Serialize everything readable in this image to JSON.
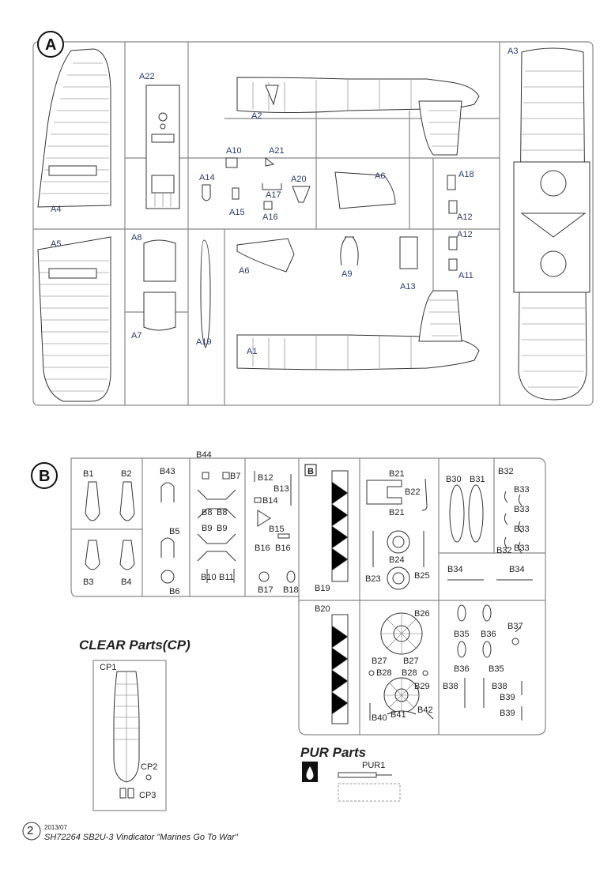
{
  "section_a": {
    "letter": "A",
    "labels": [
      "A1",
      "A2",
      "A3",
      "A4",
      "A5",
      "A6",
      "A6",
      "A7",
      "A8",
      "A9",
      "A10",
      "A11",
      "A12",
      "A12",
      "A13",
      "A14",
      "A15",
      "A16",
      "A17",
      "A18",
      "A19",
      "A20",
      "A21",
      "A22"
    ]
  },
  "section_b": {
    "letter": "B",
    "inner_letter": "B",
    "labels": [
      "B1",
      "B2",
      "B3",
      "B4",
      "B5",
      "B6",
      "B7",
      "B8",
      "B8",
      "B9",
      "B9",
      "B10",
      "B11",
      "B12",
      "B13",
      "B14",
      "B15",
      "B16",
      "B16",
      "B17",
      "B18",
      "B19",
      "B20",
      "B21",
      "B21",
      "B22",
      "B23",
      "B24",
      "B25",
      "B26",
      "B27",
      "B27",
      "B28",
      "B28",
      "B29",
      "B30",
      "B31",
      "B32",
      "B32",
      "B33",
      "B33",
      "B33",
      "B33",
      "B34",
      "B34",
      "B35",
      "B35",
      "B36",
      "B36",
      "B37",
      "B38",
      "B38",
      "B39",
      "B39",
      "B40",
      "B41",
      "B42",
      "B43",
      "B44"
    ]
  },
  "clear_parts": {
    "title": "CLEAR Parts(CP)",
    "labels": [
      "CP1",
      "CP2",
      "CP3"
    ]
  },
  "pur_parts": {
    "title": "PUR Parts",
    "label": "PUR1"
  },
  "footer": {
    "page_number": "2",
    "date": "2013/07",
    "title": "SH72264 SB2U-3 Vindicator \"Marines Go To War\""
  }
}
